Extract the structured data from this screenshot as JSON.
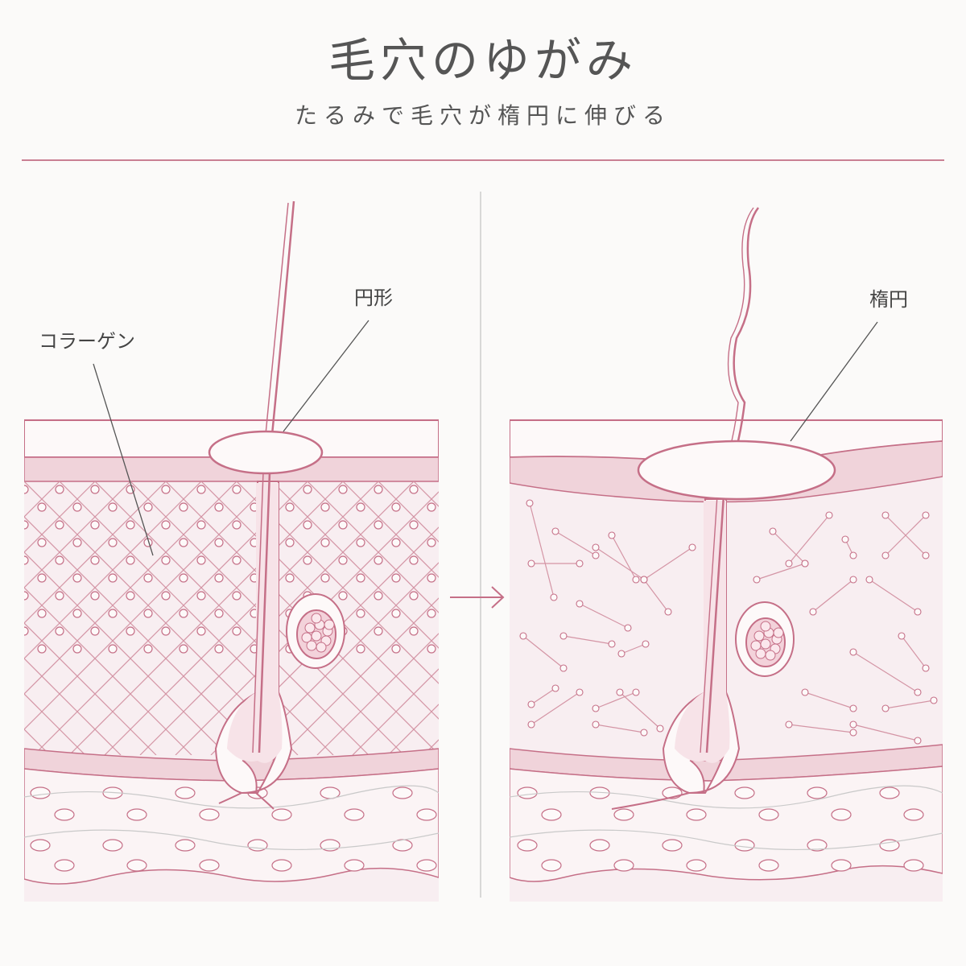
{
  "header": {
    "title": "毛穴のゆがみ",
    "subtitle": "たるみで毛穴が楕円に伸びる"
  },
  "left_panel": {
    "label_collagen": "コラーゲン",
    "label_shape": "円形"
  },
  "right_panel": {
    "label_shape": "楕円"
  },
  "colors": {
    "accent": "#c97f93",
    "skin_surface": "#fdf8f8",
    "dermis": "#f7ecef",
    "band": "#f0d3da",
    "line": "#c56f87",
    "text": "#555555"
  }
}
